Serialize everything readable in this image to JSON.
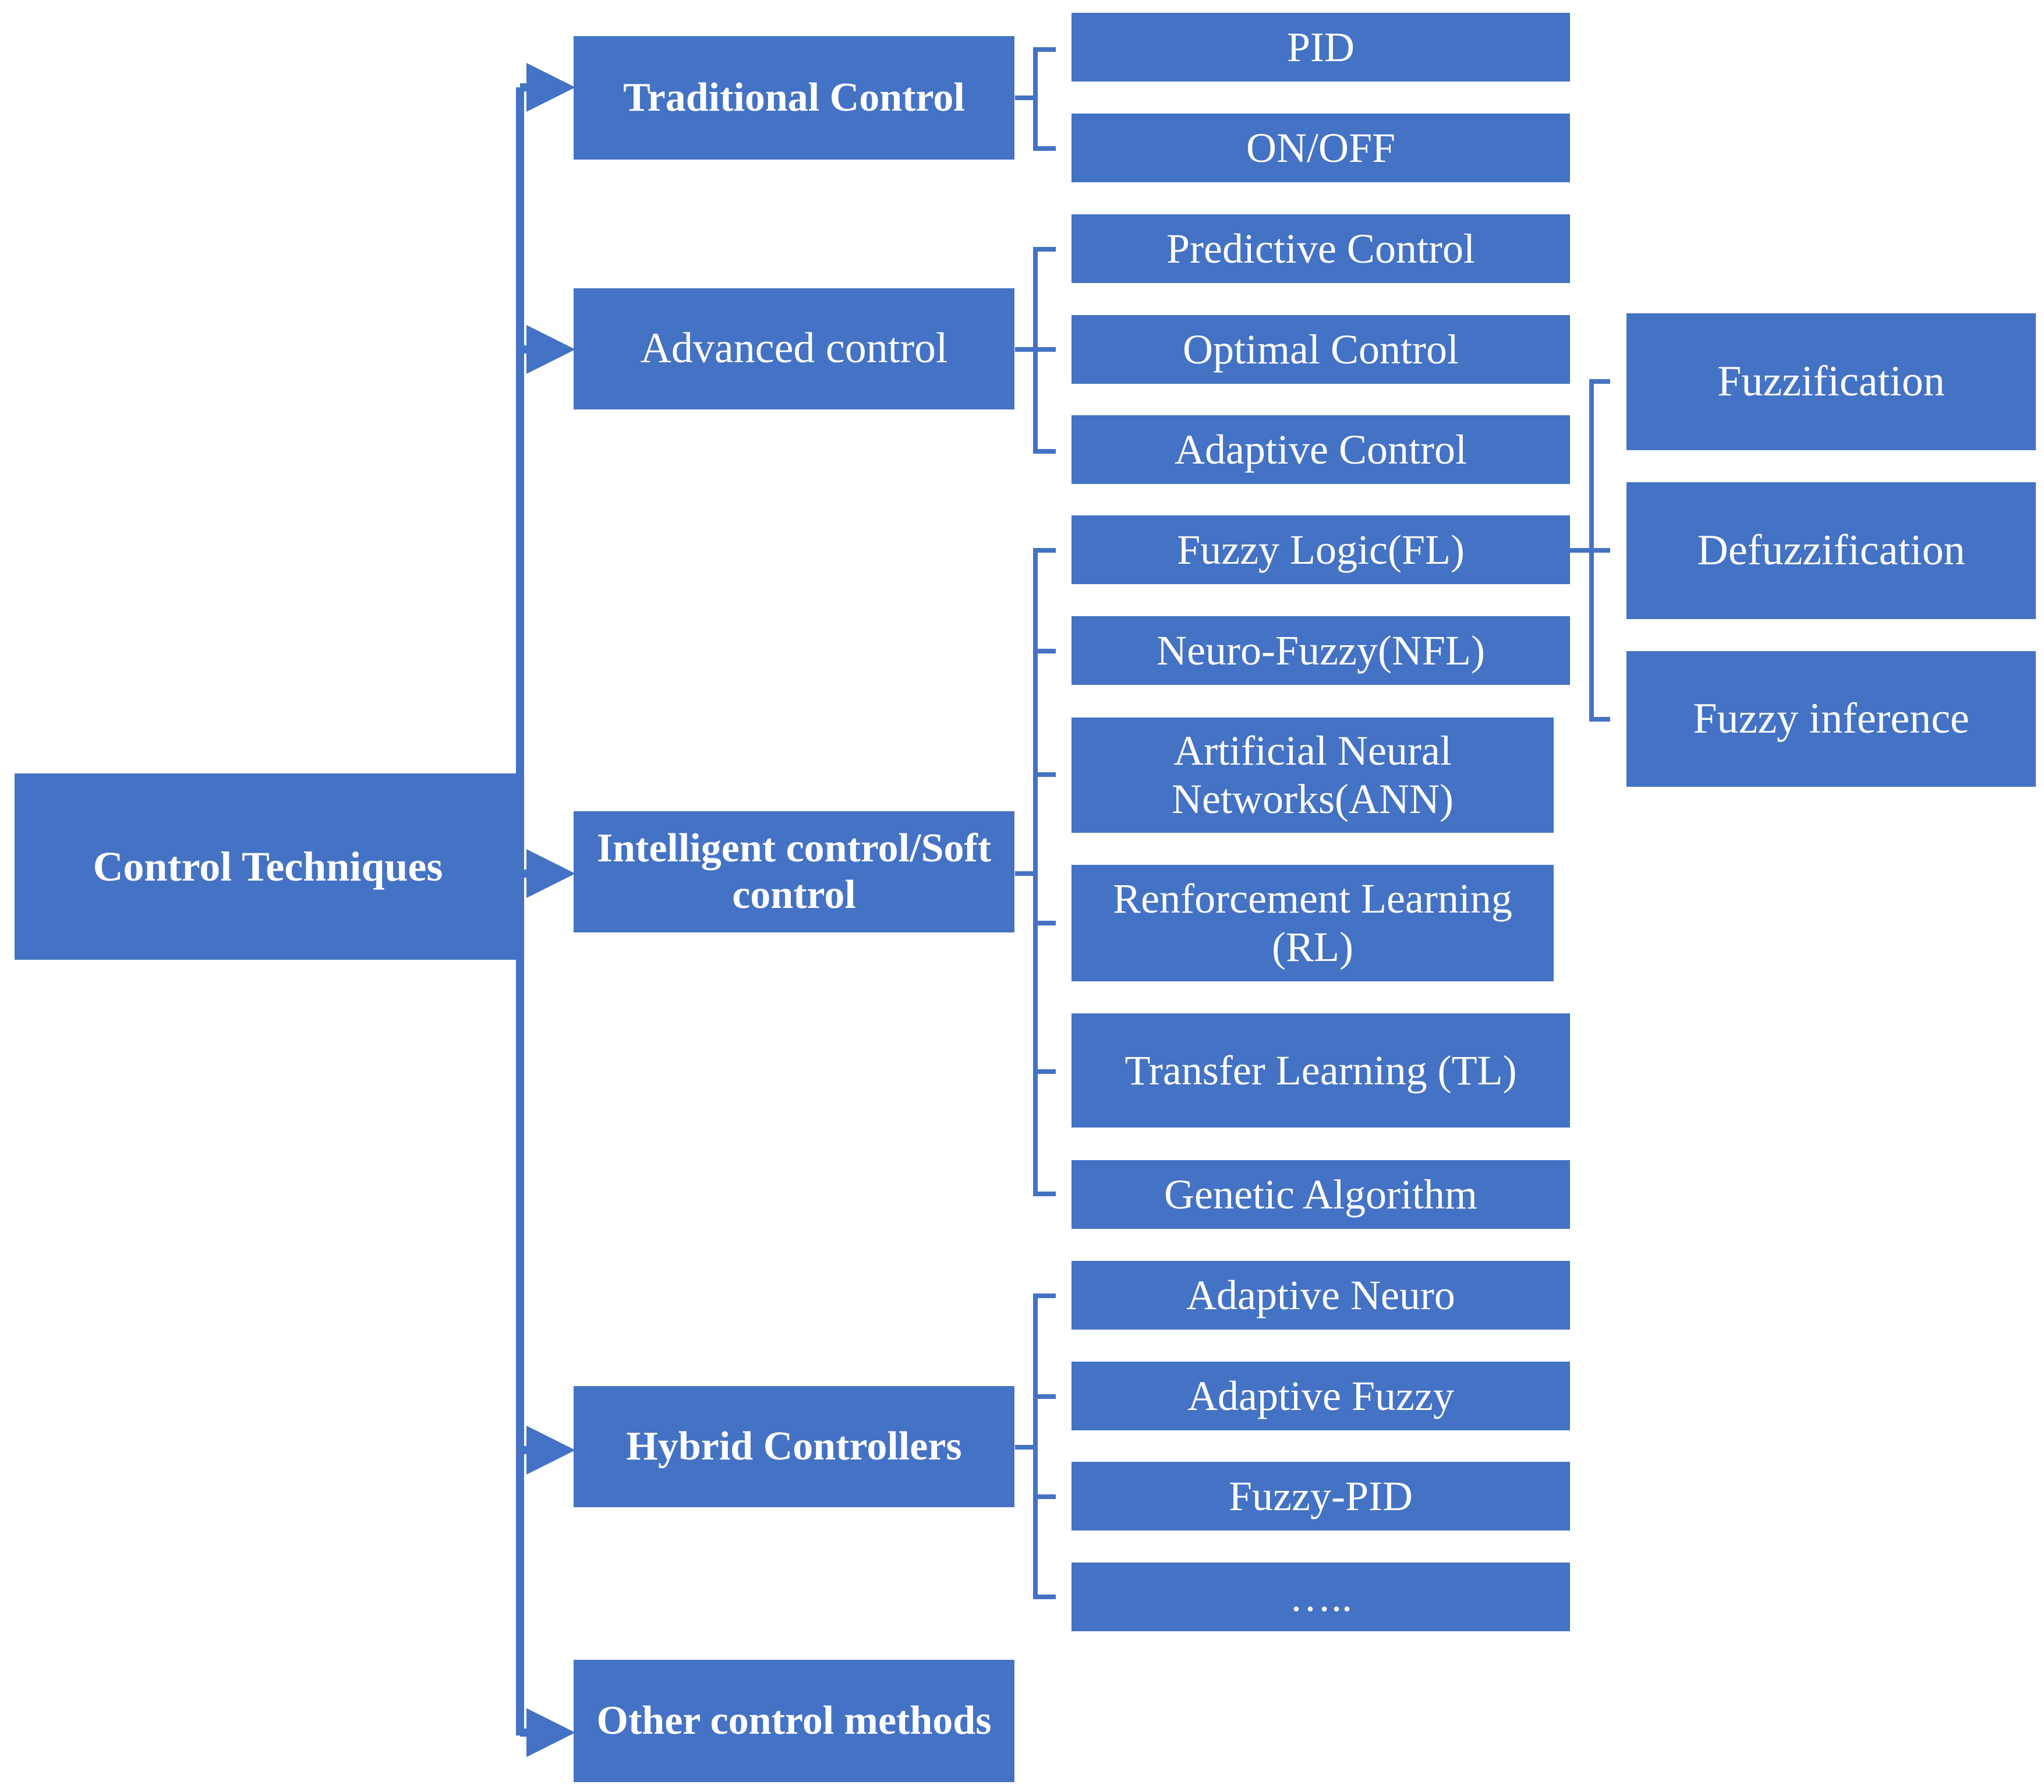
{
  "root": {
    "label": "Control Techniques"
  },
  "branches": {
    "traditional": "Traditional Control",
    "advanced": "Advanced control",
    "intelligent": "Intelligent control/Soft control",
    "hybrid": "Hybrid Controllers",
    "other": "Other control methods"
  },
  "traditional_items": [
    "PID",
    "ON/OFF"
  ],
  "advanced_items": [
    "Predictive Control",
    "Optimal Control",
    "Adaptive Control"
  ],
  "intelligent_items": [
    "Fuzzy Logic(FL)",
    "Neuro-Fuzzy(NFL)",
    "Artificial  Neural Networks(ANN)",
    "Renforcement Learning (RL)",
    "Transfer Learning (TL)",
    "Genetic Algorithm"
  ],
  "hybrid_items": [
    "Adaptive Neuro",
    "Adaptive Fuzzy",
    "Fuzzy-PID",
    "….."
  ],
  "fuzzy_items": [
    "Fuzzification",
    "Defuzzification",
    "Fuzzy inference"
  ],
  "colors": {
    "box": "#4472C4",
    "line": "#4472C4",
    "text": "#ffffff"
  }
}
